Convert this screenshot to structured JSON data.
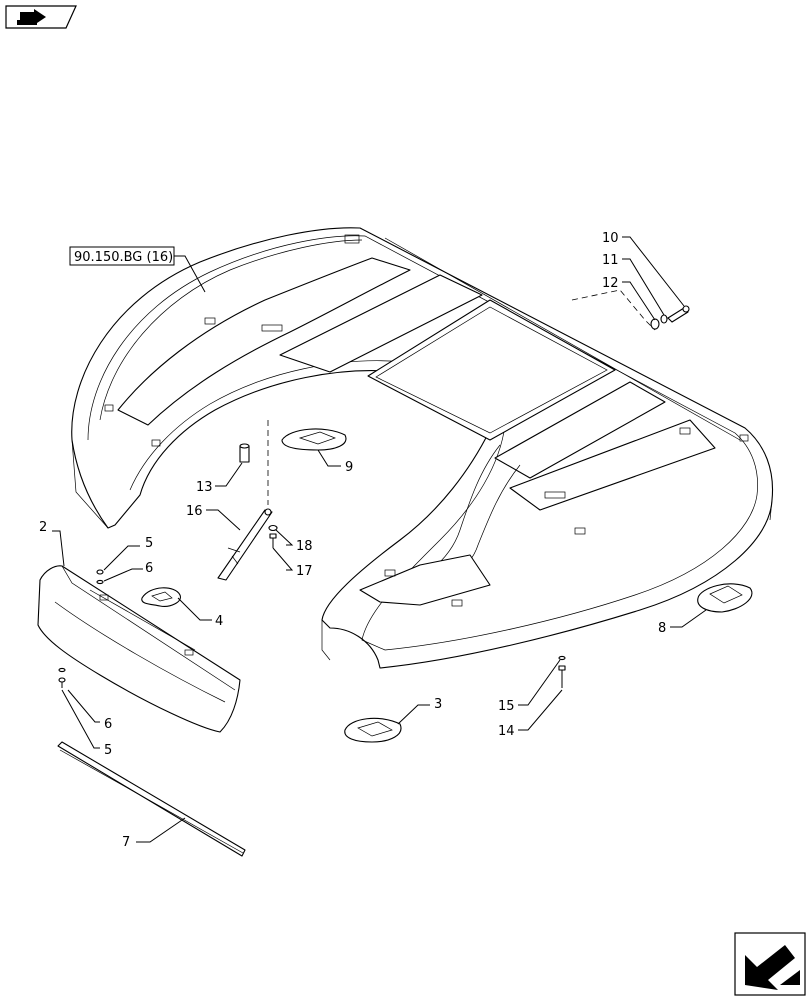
{
  "reference_label": "90.150.BG (16)",
  "callouts": {
    "c2": "2",
    "c3": "3",
    "c4": "4",
    "c5a": "5",
    "c5b": "5",
    "c6a": "6",
    "c6b": "6",
    "c7": "7",
    "c8": "8",
    "c9": "9",
    "c10": "10",
    "c11": "11",
    "c12": "12",
    "c13": "13",
    "c14": "14",
    "c15": "15",
    "c16": "16",
    "c17": "17",
    "c18": "18"
  },
  "icons": {
    "top_left": "navigation-arrow-icon",
    "bottom_right": "next-page-arrow-icon"
  }
}
